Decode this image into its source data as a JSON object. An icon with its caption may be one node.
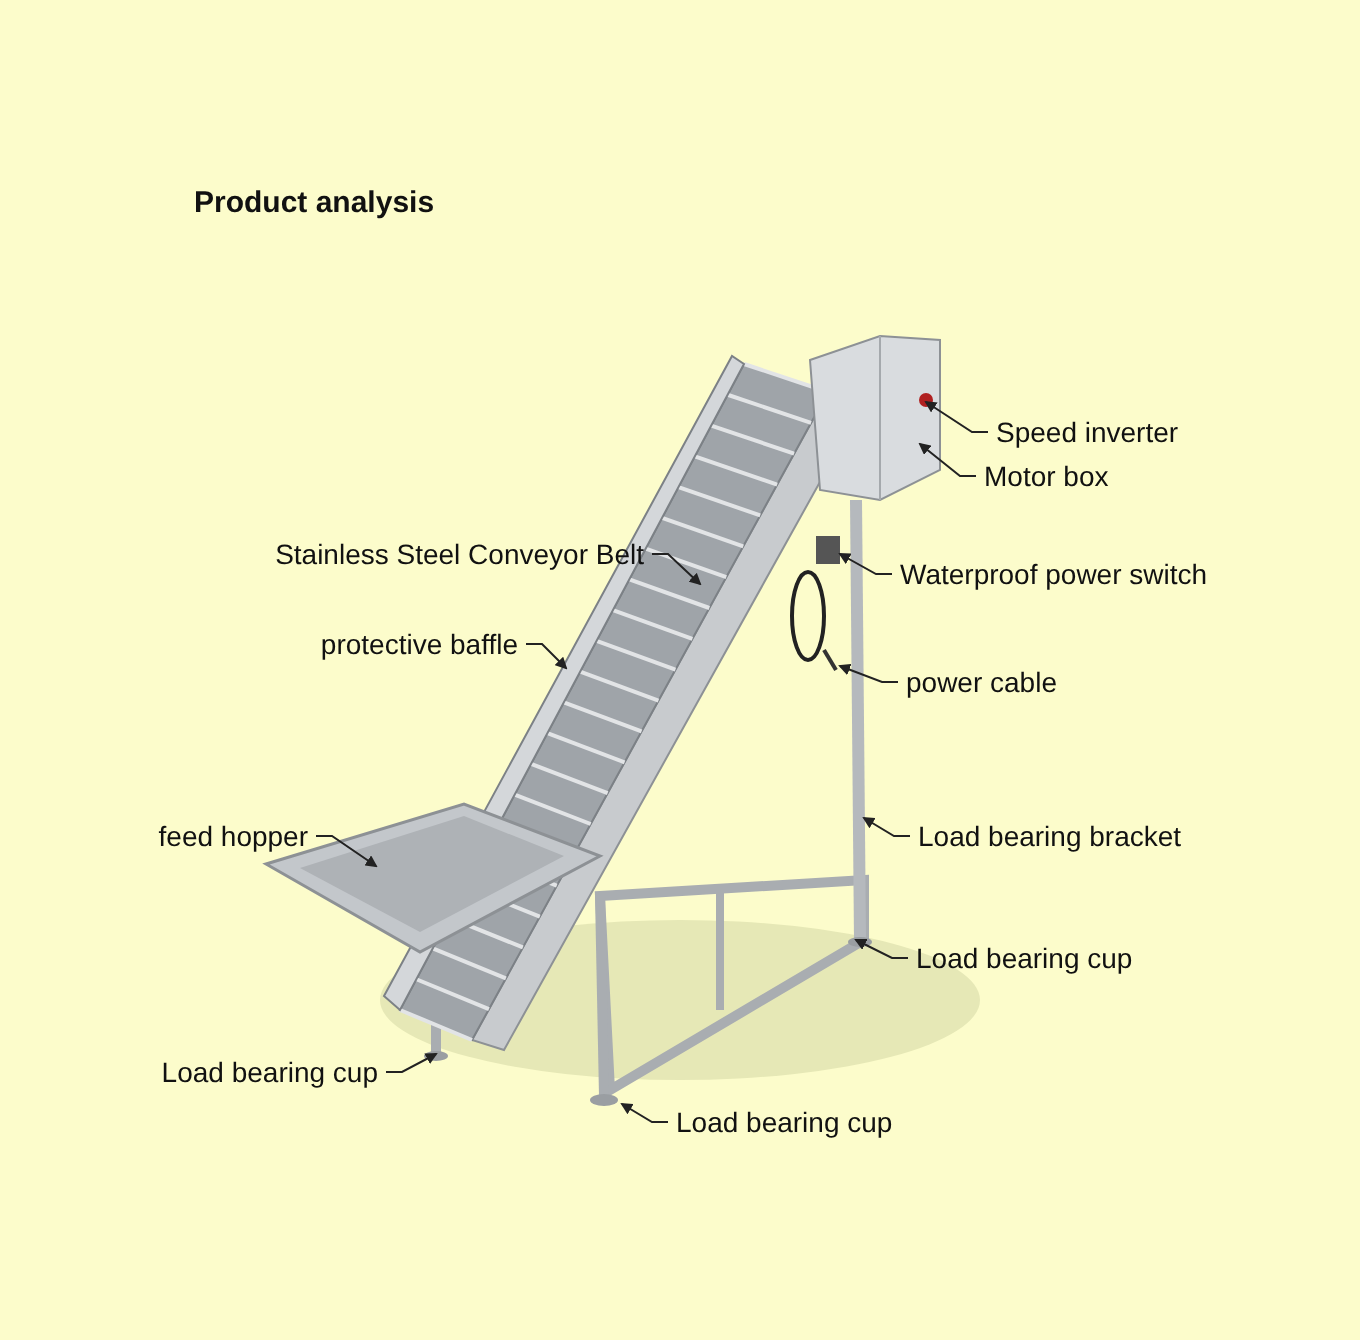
{
  "diagram": {
    "title": "Product analysis",
    "nodes": [
      {
        "text": [
          "Speed inverter"
        ]
      },
      {
        "text": [
          "Motor box"
        ]
      },
      {
        "text": [
          "Stainless Steel Conveyor Belt"
        ]
      },
      {
        "text": [
          "Waterproof power switch"
        ]
      },
      {
        "text": [
          "protective baffle"
        ]
      },
      {
        "text": [
          "power cable"
        ]
      },
      {
        "text": [
          "feed hopper"
        ]
      },
      {
        "text": [
          "Load bearing bracket"
        ]
      },
      {
        "text": [
          "Load bearing cup"
        ]
      },
      {
        "text": [
          "Load bearing cup"
        ]
      },
      {
        "text": [
          "Load bearing cup"
        ]
      }
    ],
    "edges": [
      {
        "from": 0,
        "to": null,
        "arrow": "to"
      },
      {
        "from": 1,
        "to": null,
        "arrow": "to"
      },
      {
        "from": 2,
        "to": null,
        "arrow": "to"
      },
      {
        "from": 3,
        "to": null,
        "arrow": "to"
      },
      {
        "from": 4,
        "to": null,
        "arrow": "to"
      },
      {
        "from": 5,
        "to": null,
        "arrow": "to"
      },
      {
        "from": 6,
        "to": null,
        "arrow": "to"
      },
      {
        "from": 7,
        "to": null,
        "arrow": "to"
      },
      {
        "from": 8,
        "to": null,
        "arrow": "to"
      },
      {
        "from": 9,
        "to": null,
        "arrow": "to"
      },
      {
        "from": 10,
        "to": null,
        "arrow": "to"
      }
    ]
  }
}
